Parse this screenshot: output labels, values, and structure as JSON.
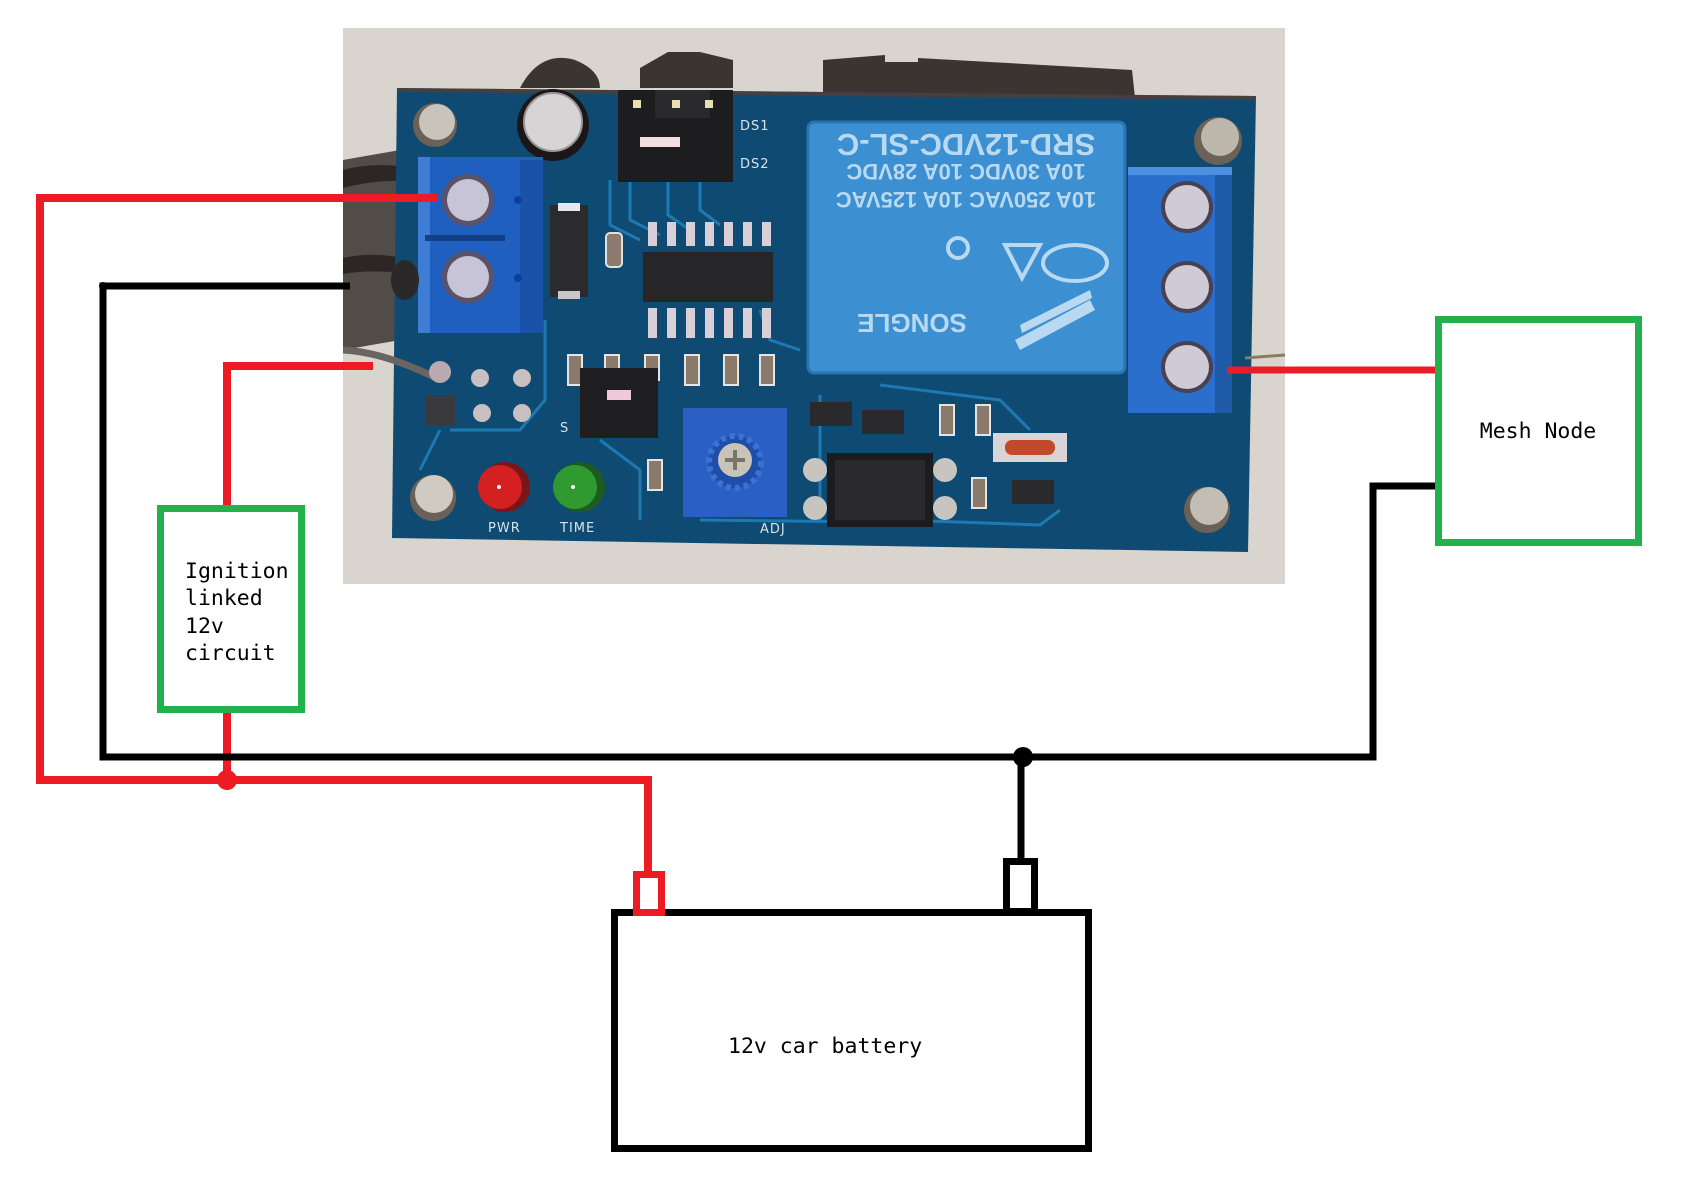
{
  "diagram": {
    "title": "Ignition-triggered delay relay wiring for mesh node",
    "colors": {
      "positive_wire": "#ed1c24",
      "ground_wire": "#000000",
      "component_box": "#22b14c",
      "battery_outline": "#000000",
      "pcb": "#0e4a72",
      "relay_body": "#3b8fd0",
      "terminal_block": "#2163c2",
      "photo_background": "#d8d3cc"
    },
    "components": {
      "ignition": {
        "label_lines": [
          "Ignition",
          "linked",
          "12v",
          "circuit"
        ]
      },
      "mesh_node": {
        "label": "Mesh Node"
      },
      "battery": {
        "label": "12v car battery",
        "positive_terminal": "positive",
        "negative_terminal": "negative"
      },
      "relay_module_photo": {
        "relay_lines": [
          "SRD-12VDC-SL-C",
          "10A 30VDC 10A 28VDC",
          "10A 250VAC 10A 125VAC"
        ],
        "relay_brand": "SONGLE",
        "silkscreen": {
          "ds1": "DS1",
          "ds2": "DS2",
          "pwr": "PWR",
          "time": "TIME",
          "adj": "ADJ",
          "s": "S"
        },
        "leds": [
          {
            "name": "PWR",
            "color": "#d42020"
          },
          {
            "name": "TIME",
            "color": "#2f9a2f"
          }
        ]
      }
    },
    "connections": [
      {
        "from": "battery +",
        "to": "relay module power input +",
        "wire": "positive"
      },
      {
        "from": "battery +",
        "to": "ignition linked 12v circuit",
        "wire": "positive"
      },
      {
        "from": "ignition linked 12v circuit",
        "to": "relay module trigger input",
        "wire": "positive"
      },
      {
        "from": "battery -",
        "to": "relay module power input -",
        "wire": "ground"
      },
      {
        "from": "battery -",
        "to": "mesh node",
        "wire": "ground"
      },
      {
        "from": "relay output terminal",
        "to": "mesh node",
        "wire": "positive"
      }
    ]
  }
}
